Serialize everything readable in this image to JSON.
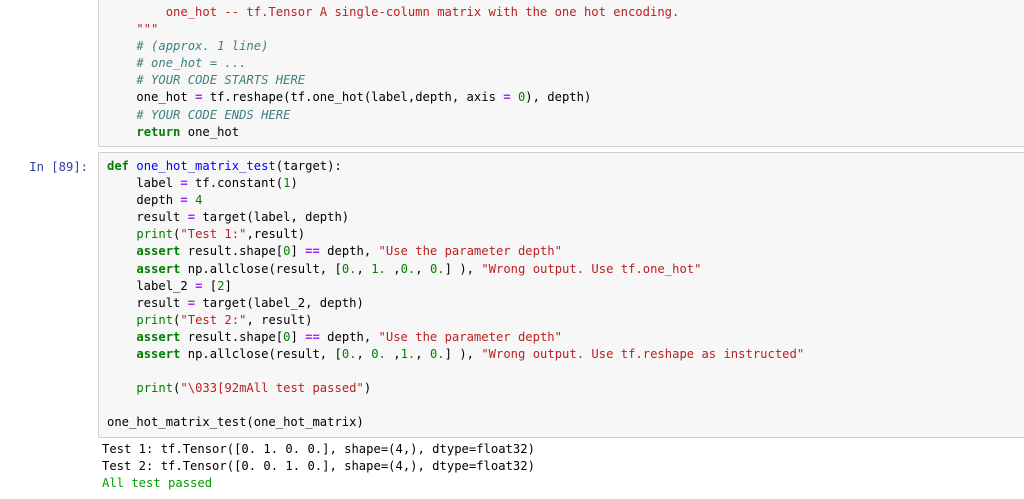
{
  "notebook": {
    "kernel_language": "python",
    "colors": {
      "cell_background": "#f7f7f7",
      "cell_border": "#cfcfcf",
      "prompt": "#303F9F",
      "keyword": "#008000",
      "function_name": "#0000FF",
      "string": "#BA2121",
      "comment": "#408080",
      "operator": "#AA22FF",
      "number": "#008000",
      "output_success": "#00A000",
      "page_background": "#ffffff"
    }
  },
  "cells": [
    {
      "id": "cell-one-hot-matrix",
      "type": "code",
      "prompt_label": "",
      "truncated_top": true,
      "lines": [
        [
          {
            "t": "        ",
            "c": "n"
          },
          {
            "t": "one_hot -- tf.Tensor A single-column matrix with the one hot encoding.",
            "c": "s"
          }
        ],
        [
          {
            "t": "    ",
            "c": "n"
          },
          {
            "t": "\"\"\"",
            "c": "s"
          }
        ],
        [
          {
            "t": "    ",
            "c": "n"
          },
          {
            "t": "# (approx. 1 line)",
            "c": "c"
          }
        ],
        [
          {
            "t": "    ",
            "c": "n"
          },
          {
            "t": "# one_hot = ...",
            "c": "c"
          }
        ],
        [
          {
            "t": "    ",
            "c": "n"
          },
          {
            "t": "# YOUR CODE STARTS HERE",
            "c": "c"
          }
        ],
        [
          {
            "t": "    one_hot ",
            "c": "n"
          },
          {
            "t": "=",
            "c": "o"
          },
          {
            "t": " tf.reshape(tf.one_hot(label,depth, axis ",
            "c": "n"
          },
          {
            "t": "=",
            "c": "o"
          },
          {
            "t": " ",
            "c": "n"
          },
          {
            "t": "0",
            "c": "m"
          },
          {
            "t": "), depth)",
            "c": "n"
          }
        ],
        [
          {
            "t": "    ",
            "c": "n"
          },
          {
            "t": "# YOUR CODE ENDS HERE",
            "c": "c"
          }
        ],
        [
          {
            "t": "    ",
            "c": "n"
          },
          {
            "t": "return",
            "c": "k"
          },
          {
            "t": " one_hot",
            "c": "n"
          }
        ]
      ]
    },
    {
      "id": "cell-one-hot-matrix-test",
      "type": "code",
      "prompt_label": "In [89]:",
      "truncated_top": false,
      "lines": [
        [
          {
            "t": "def",
            "c": "k"
          },
          {
            "t": " ",
            "c": "n"
          },
          {
            "t": "one_hot_matrix_test",
            "c": "nf"
          },
          {
            "t": "(target):",
            "c": "n"
          }
        ],
        [
          {
            "t": "    label ",
            "c": "n"
          },
          {
            "t": "=",
            "c": "o"
          },
          {
            "t": " tf.constant(",
            "c": "n"
          },
          {
            "t": "1",
            "c": "m"
          },
          {
            "t": ")",
            "c": "n"
          }
        ],
        [
          {
            "t": "    depth ",
            "c": "n"
          },
          {
            "t": "=",
            "c": "o"
          },
          {
            "t": " ",
            "c": "n"
          },
          {
            "t": "4",
            "c": "m"
          }
        ],
        [
          {
            "t": "    result ",
            "c": "n"
          },
          {
            "t": "=",
            "c": "o"
          },
          {
            "t": " target(label, depth)",
            "c": "n"
          }
        ],
        [
          {
            "t": "    ",
            "c": "n"
          },
          {
            "t": "print",
            "c": "nb"
          },
          {
            "t": "(",
            "c": "n"
          },
          {
            "t": "\"Test 1:\"",
            "c": "s"
          },
          {
            "t": ",result)",
            "c": "n"
          }
        ],
        [
          {
            "t": "    ",
            "c": "n"
          },
          {
            "t": "assert",
            "c": "k"
          },
          {
            "t": " result.shape[",
            "c": "n"
          },
          {
            "t": "0",
            "c": "m"
          },
          {
            "t": "] ",
            "c": "n"
          },
          {
            "t": "==",
            "c": "o"
          },
          {
            "t": " depth, ",
            "c": "n"
          },
          {
            "t": "\"Use the parameter depth\"",
            "c": "s"
          }
        ],
        [
          {
            "t": "    ",
            "c": "n"
          },
          {
            "t": "assert",
            "c": "k"
          },
          {
            "t": " np.allclose(result, [",
            "c": "n"
          },
          {
            "t": "0.",
            "c": "m"
          },
          {
            "t": ", ",
            "c": "n"
          },
          {
            "t": "1.",
            "c": "m"
          },
          {
            "t": " ,",
            "c": "n"
          },
          {
            "t": "0.",
            "c": "m"
          },
          {
            "t": ", ",
            "c": "n"
          },
          {
            "t": "0.",
            "c": "m"
          },
          {
            "t": "] ), ",
            "c": "n"
          },
          {
            "t": "\"Wrong output. Use tf.one_hot\"",
            "c": "s"
          }
        ],
        [
          {
            "t": "    label_2 ",
            "c": "n"
          },
          {
            "t": "=",
            "c": "o"
          },
          {
            "t": " [",
            "c": "n"
          },
          {
            "t": "2",
            "c": "m"
          },
          {
            "t": "]",
            "c": "n"
          }
        ],
        [
          {
            "t": "    result ",
            "c": "n"
          },
          {
            "t": "=",
            "c": "o"
          },
          {
            "t": " target(label_2, depth)",
            "c": "n"
          }
        ],
        [
          {
            "t": "    ",
            "c": "n"
          },
          {
            "t": "print",
            "c": "nb"
          },
          {
            "t": "(",
            "c": "n"
          },
          {
            "t": "\"Test 2:\"",
            "c": "s"
          },
          {
            "t": ", result)",
            "c": "n"
          }
        ],
        [
          {
            "t": "    ",
            "c": "n"
          },
          {
            "t": "assert",
            "c": "k"
          },
          {
            "t": " result.shape[",
            "c": "n"
          },
          {
            "t": "0",
            "c": "m"
          },
          {
            "t": "] ",
            "c": "n"
          },
          {
            "t": "==",
            "c": "o"
          },
          {
            "t": " depth, ",
            "c": "n"
          },
          {
            "t": "\"Use the parameter depth\"",
            "c": "s"
          }
        ],
        [
          {
            "t": "    ",
            "c": "n"
          },
          {
            "t": "assert",
            "c": "k"
          },
          {
            "t": " np.allclose(result, [",
            "c": "n"
          },
          {
            "t": "0.",
            "c": "m"
          },
          {
            "t": ", ",
            "c": "n"
          },
          {
            "t": "0.",
            "c": "m"
          },
          {
            "t": " ,",
            "c": "n"
          },
          {
            "t": "1.",
            "c": "m"
          },
          {
            "t": ", ",
            "c": "n"
          },
          {
            "t": "0.",
            "c": "m"
          },
          {
            "t": "] ), ",
            "c": "n"
          },
          {
            "t": "\"Wrong output. Use tf.reshape as instructed\"",
            "c": "s"
          }
        ],
        [
          {
            "t": "",
            "c": "n"
          }
        ],
        [
          {
            "t": "    ",
            "c": "n"
          },
          {
            "t": "print",
            "c": "nb"
          },
          {
            "t": "(",
            "c": "n"
          },
          {
            "t": "\"\\033[92mAll test passed\"",
            "c": "s"
          },
          {
            "t": ")",
            "c": "n"
          }
        ],
        [
          {
            "t": "",
            "c": "n"
          }
        ],
        [
          {
            "t": "one_hot_matrix_test(one_hot_matrix)",
            "c": "n"
          }
        ]
      ],
      "output": {
        "stream_lines": [
          {
            "text": "Test 1: tf.Tensor([0. 1. 0. 0.], shape=(4,), dtype=float32)",
            "style": "plain"
          },
          {
            "text": "Test 2: tf.Tensor([0. 0. 1. 0.], shape=(4,), dtype=float32)",
            "style": "plain"
          },
          {
            "text": "All test passed",
            "style": "green"
          }
        ]
      }
    }
  ]
}
